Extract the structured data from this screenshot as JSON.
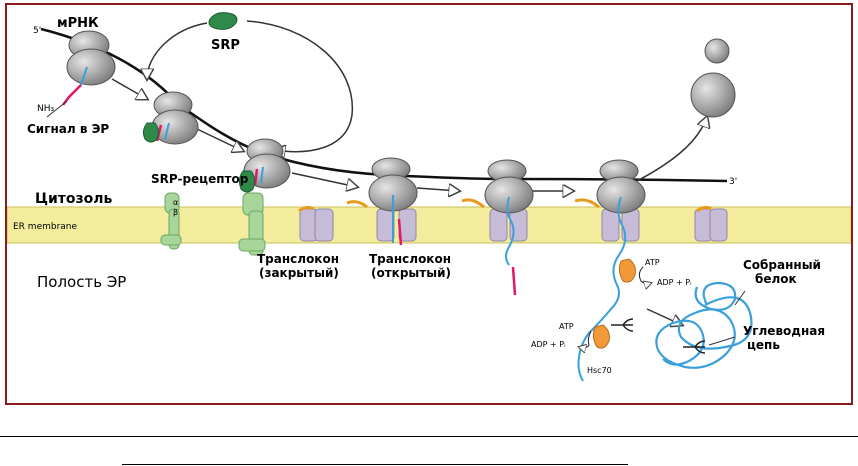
{
  "labels": {
    "five_prime": "5'",
    "three_prime": "3'",
    "mrna": "мРНК",
    "srp": "SRP",
    "nh3": "NH₃",
    "signal": "Сигнал в ЭР",
    "srp_receptor": "SRP-рецептор",
    "receptor_alpha": "α",
    "receptor_beta": "β",
    "cytosol": "Цитозоль",
    "er_membrane": "ER membrane",
    "lumen": "Полость ЭР",
    "translocon_closed_1": "Транслокон",
    "translocon_closed_2": "(закрытый)",
    "translocon_open_1": "Транслокон",
    "translocon_open_2": "(открытый)",
    "atp_1": "ATP",
    "adp_1": "ADP + Pᵢ",
    "atp_2": "ATP",
    "adp_2": "ADP + Pᵢ",
    "hsc70": "Hsc70",
    "assembled_1": "Собранный",
    "assembled_2": "белок",
    "carb_1": "Углеводная",
    "carb_2": "цепь"
  },
  "colors": {
    "frame": "#8b1b1b",
    "membrane": "#f3ec9c",
    "ribosome": "#a9a9a9",
    "srp": "#2f8a4a",
    "receptor": "#a7d59a",
    "translocon": "#c7bcd8",
    "signal_peptide": "#e0186c",
    "polypeptide": "#3aa0dc",
    "chaperone": "#f29a3a",
    "orange_tail": "#e89a1a"
  }
}
